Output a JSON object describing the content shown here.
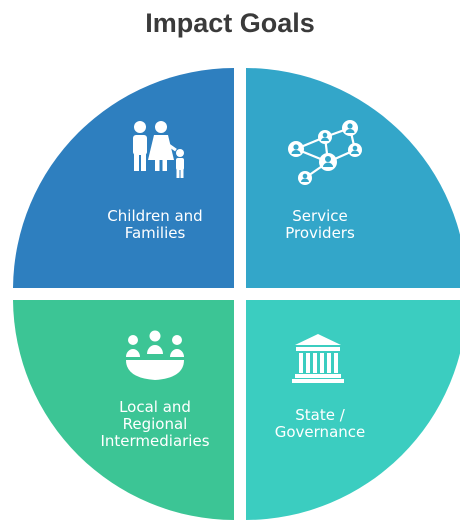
{
  "title": "Impact Goals",
  "quadrants": [
    {
      "label": "Children and\nFamilies",
      "icon": "family-icon",
      "color": "#2e7fbf"
    },
    {
      "label": "Service\nProviders",
      "icon": "network-icon",
      "color": "#33a6c9"
    },
    {
      "label": "Local and\nRegional\nIntermediaries",
      "icon": "group-icon",
      "color": "#3cc595"
    },
    {
      "label": "State /\nGovernance",
      "icon": "government-building-icon",
      "color": "#3bcdc0"
    }
  ]
}
